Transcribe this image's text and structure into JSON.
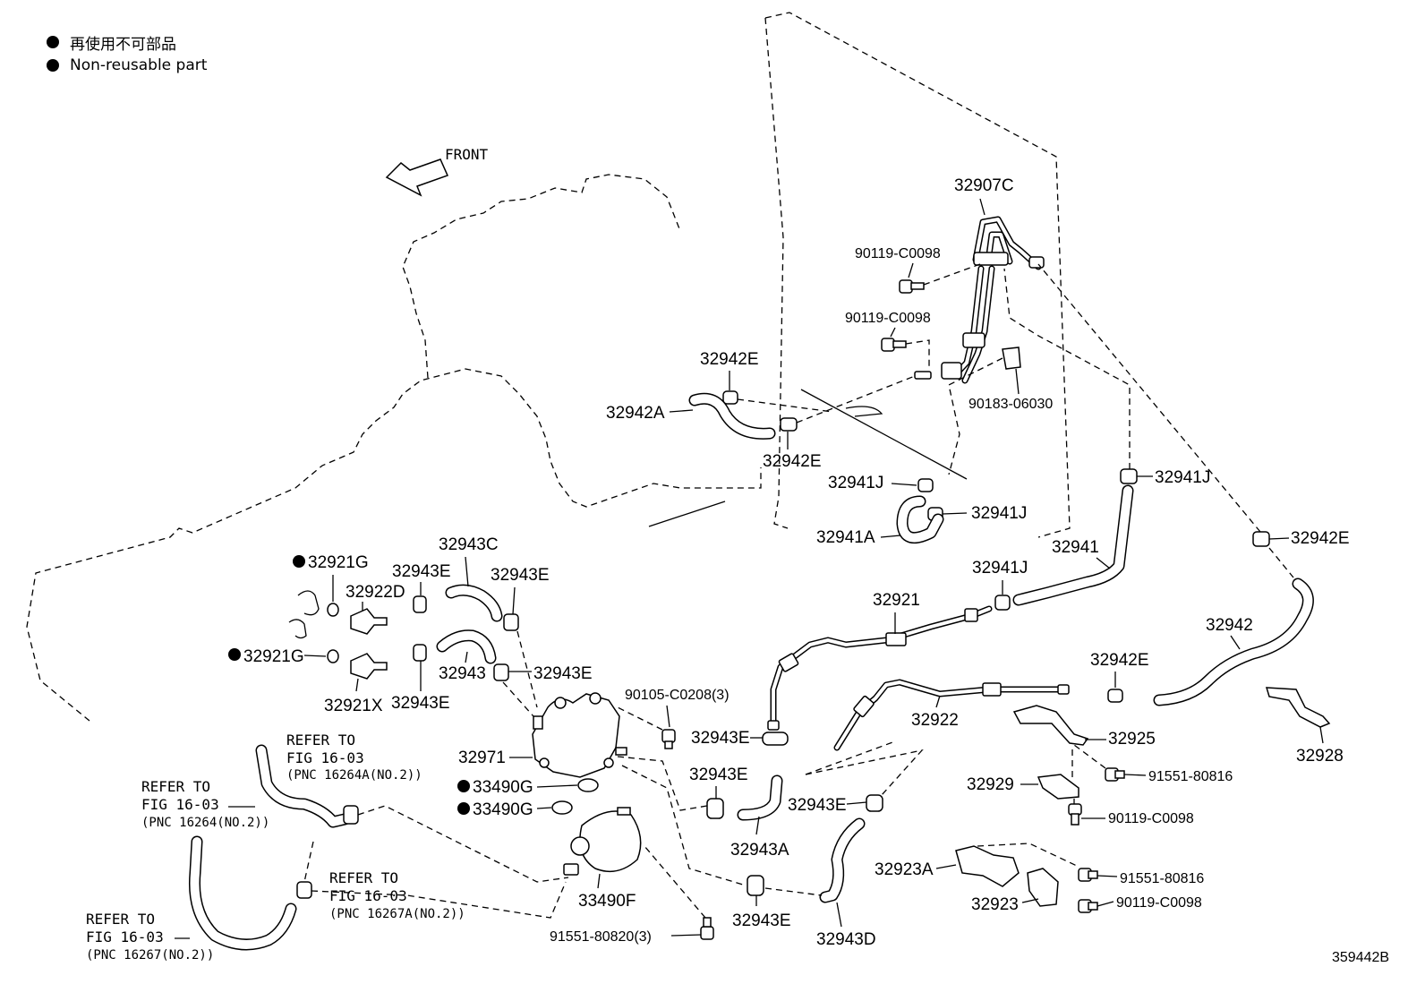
{
  "legend": {
    "ja": "再使用不可部品",
    "en": "Non-reusable part"
  },
  "front_label": "FRONT",
  "image_code": "359442B",
  "parts": {
    "p32907C": "32907C",
    "p90119_a": "90119-C0098",
    "p90119_b": "90119-C0098",
    "p90119_c": "90119-C0098",
    "p90119_d": "90119-C0098",
    "p90183": "90183-06030",
    "p32942E_a": "32942E",
    "p32942E_b": "32942E",
    "p32942E_c": "32942E",
    "p32942E_d": "32942E",
    "p32942A": "32942A",
    "p32941J_a": "32941J",
    "p32941J_b": "32941J",
    "p32941J_c": "32941J",
    "p32941J_d": "32941J",
    "p32941A": "32941A",
    "p32941": "32941",
    "p32942": "32942",
    "p32921": "32921",
    "p32922": "32922",
    "p32925": "32925",
    "p32928": "32928",
    "p32929": "32929",
    "p91551_a": "91551-80816",
    "p91551_b": "91551-80816",
    "p91551_c": "91551-80820(3)",
    "p32923A": "32923A",
    "p32923": "32923",
    "p32943C": "32943C",
    "p32943E_a": "32943E",
    "p32943E_b": "32943E",
    "p32943E_c": "32943E",
    "p32943E_d": "32943E",
    "p32943E_e": "32943E",
    "p32943E_f": "32943E",
    "p32943E_g": "32943E",
    "p32943E_h": "32943E",
    "p32943": "32943",
    "p32921G_a": "32921G",
    "p32921G_b": "32921G",
    "p32922D": "32922D",
    "p32921X": "32921X",
    "p90105": "90105-C0208(3)",
    "p32971": "32971",
    "p33490G_a": "33490G",
    "p33490G_b": "33490G",
    "p33490F": "33490F",
    "p32943A": "32943A",
    "p32943D": "32943D"
  },
  "refs": {
    "r1": {
      "line1": "REFER TO",
      "line2": "FIG 16-03",
      "line3": "(PNC 16264A(NO.2))"
    },
    "r2": {
      "line1": "REFER TO",
      "line2": "FIG 16-03",
      "line3": "(PNC 16264(NO.2))"
    },
    "r3": {
      "line1": "REFER TO",
      "line2": "FIG 16-03",
      "line3": "(PNC 16267A(NO.2))"
    },
    "r4": {
      "line1": "REFER TO",
      "line2": "FIG 16-03",
      "line3": "(PNC 16267(NO.2))"
    }
  }
}
